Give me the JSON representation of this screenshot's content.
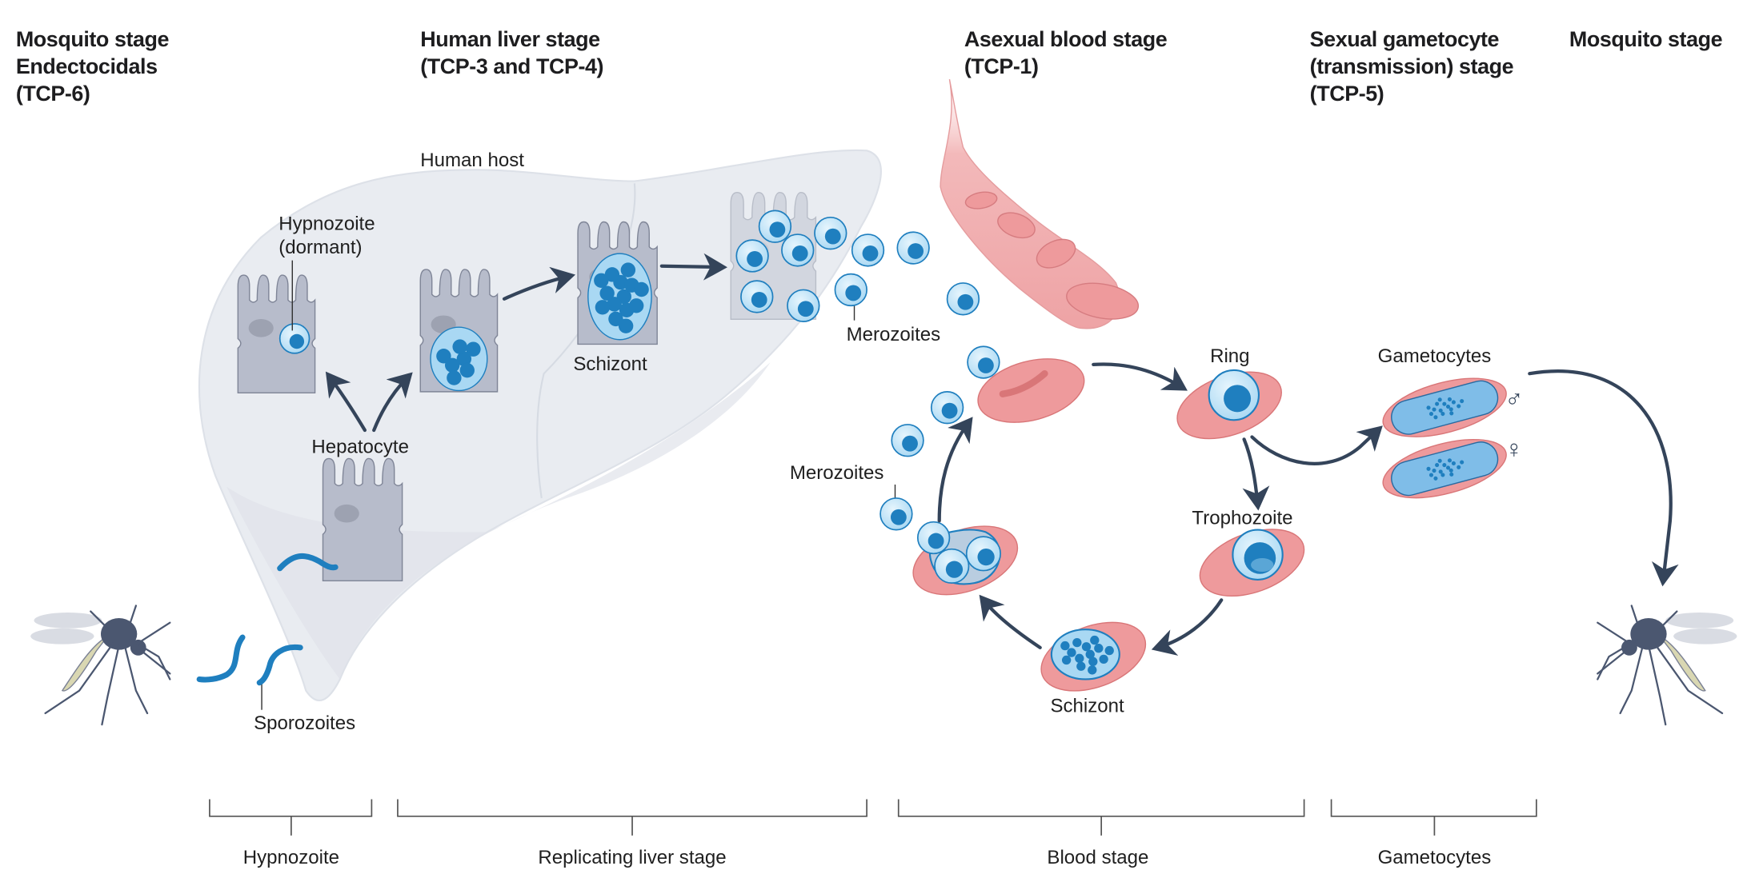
{
  "headers": {
    "mosquito_left": [
      "Mosquito stage",
      "Endectocidals",
      "(TCP-6)"
    ],
    "liver": [
      "Human liver stage",
      "(TCP-3 and TCP-4)"
    ],
    "asexual_blood": [
      "Asexual blood stage",
      "(TCP-1)"
    ],
    "sexual_gametocyte": [
      "Sexual gametocyte",
      "(transmission) stage",
      "(TCP-5)"
    ],
    "mosquito_right": [
      "Mosquito stage"
    ]
  },
  "labels": {
    "human_host": "Human host",
    "hypnozoite_dormant": [
      "Hypnozoite",
      "(dormant)"
    ],
    "hepatocyte": "Hepatocyte",
    "liver_schizont": "Schizont",
    "merozoites_top": "Merozoites",
    "merozoites_left": "Merozoites",
    "sporozoites": "Sporozoites",
    "ring": "Ring",
    "trophozoite": "Trophozoite",
    "blood_schizont": "Schizont",
    "gametocytes": "Gametocytes",
    "male_symbol": "♂",
    "female_symbol": "♀"
  },
  "brackets": [
    {
      "label": "Hypnozoite"
    },
    {
      "label": "Replicating liver stage"
    },
    {
      "label": "Blood stage"
    },
    {
      "label": "Gametocytes"
    }
  ],
  "colors": {
    "liver": "#e9ecf1",
    "cell": "#b7bccb",
    "parasite_light": "#bfe3f7",
    "parasite_dark": "#1f7fbf",
    "rbc": "#ee9a9c",
    "arrow": "#34445a",
    "vessel": "#f4c3c4"
  }
}
